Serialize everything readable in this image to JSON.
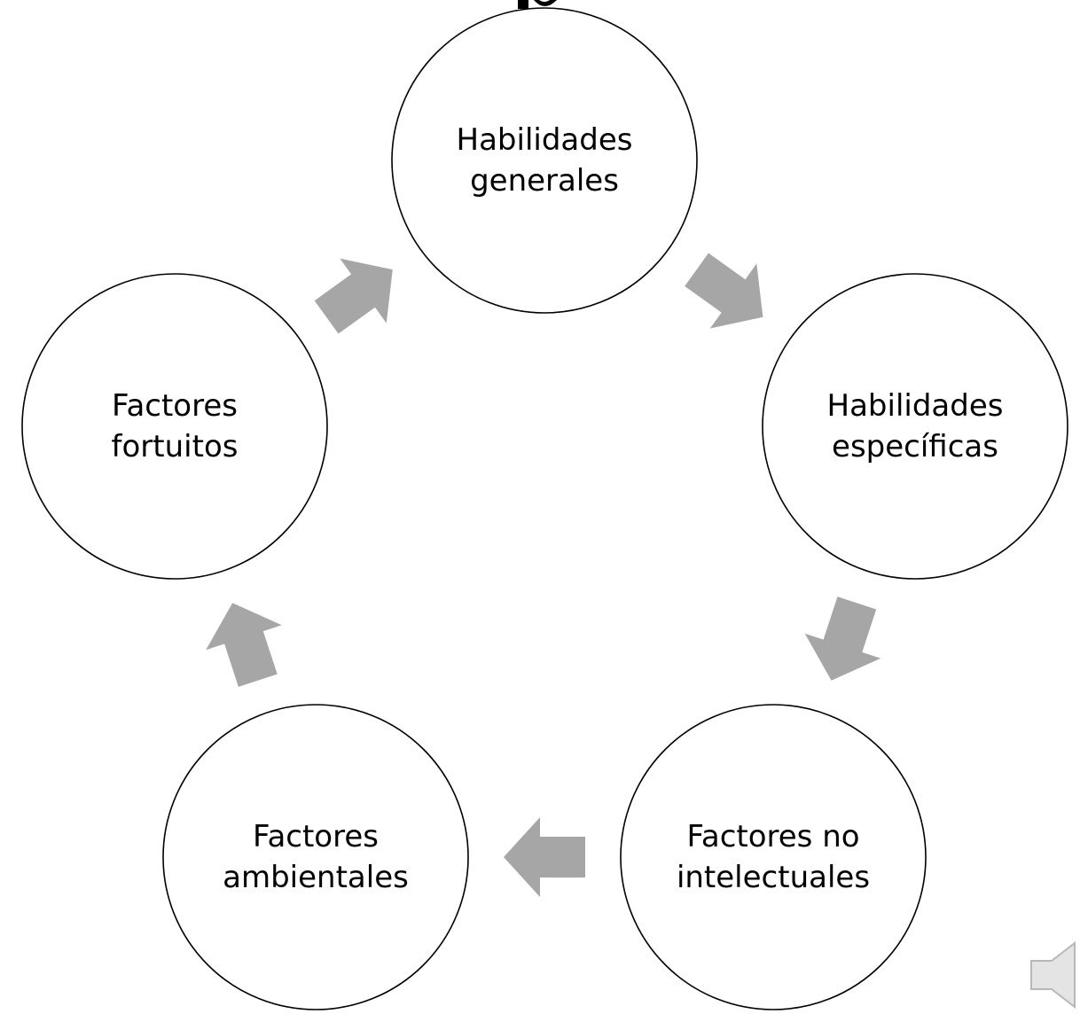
{
  "diagram": {
    "type": "cycle",
    "nodes": [
      {
        "id": "habilidades-generales",
        "lines": [
          "Habilidades",
          "generales"
        ]
      },
      {
        "id": "habilidades-especificas",
        "lines": [
          "Habilidades",
          "específicas"
        ]
      },
      {
        "id": "factores-no-intelectuales",
        "lines": [
          "Factores no",
          "intelectuales"
        ]
      },
      {
        "id": "factores-ambientales",
        "lines": [
          "Factores",
          "ambientales"
        ]
      },
      {
        "id": "factores-fortuitos",
        "lines": [
          "Factores",
          "fortuitos"
        ]
      }
    ],
    "flow": [
      {
        "from": "habilidades-generales",
        "to": "habilidades-especificas"
      },
      {
        "from": "habilidades-especificas",
        "to": "factores-no-intelectuales"
      },
      {
        "from": "factores-no-intelectuales",
        "to": "factores-ambientales"
      },
      {
        "from": "factores-ambientales",
        "to": "factores-fortuitos"
      },
      {
        "from": "factores-fortuitos",
        "to": "habilidades-generales"
      }
    ],
    "colors": {
      "arrow": "#a6a6a6",
      "circle_stroke": "#000000",
      "circle_fill": "#ffffff",
      "text": "#000000"
    }
  },
  "icons": {
    "audio": "speaker-icon"
  }
}
